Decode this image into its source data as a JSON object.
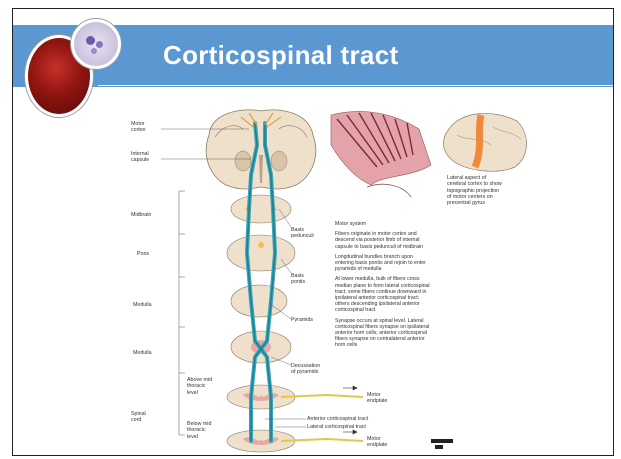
{
  "slide": {
    "title": "Corticospinal tract"
  },
  "figure": {
    "labels": {
      "motor_cortex": "Motor\ncortex",
      "internal_capsule": "Internal\ncapsule",
      "basis_pedunculi": "Basis\npedunculi",
      "basis_pontis": "Basis\npontis",
      "pyramids": "Pyramids",
      "decussation": "Decussation\nof pyramids",
      "above_mid_thoracic": "Above mid\nthoracic\nlevel",
      "below_mid_thoracic": "Below mid\nthoracic\nlevel",
      "anterior_tract": "Anterior corticospinal tract",
      "lateral_tract": "Lateral corticospinal tract",
      "motor_endplate_1": "Motor\nendplate",
      "motor_endplate_2": "Motor\nendplate",
      "lateral_aspect": "Lateral aspect of\ncerebral cortex to show\ntopographic projection\nof motor centers on\nprecentral gyrus"
    },
    "levels": {
      "midbrain": "Midbrain",
      "pons": "Pons",
      "medulla_1": "Medulla",
      "medulla_2": "Medulla",
      "spinal_cord": "Spinal\ncord"
    },
    "panel": {
      "heading": "Motor system",
      "paragraphs": [
        "Fibers originate in motor cortex and descend via posterior limb of internal capsule to basis pedunculi of midbrain",
        "Longitudinal bundles branch upon entering basis pontis and rejoin to enter pyramids of medulla",
        "At lower medulla, bulk of fibers cross median plane to form lateral corticospinal tract; some fibers continue downward in ipsilateral anterior corticospinal tract; others descending ipsilateral anterior corticospinal tract",
        "Synapse occurs at spinal level. Lateral corticospinal fibers synapse on ipsilateral anterior horn cells; anterior corticospinal fibers synapse on contralateral anterior horn cells"
      ]
    },
    "colors": {
      "tract": "#3aa6b9",
      "tract_dark": "#1f7f93",
      "brain_tissue": "#efe0cc",
      "cortex_pink": "#e4a3a8",
      "cortex_orange": "#f08a3a"
    }
  }
}
